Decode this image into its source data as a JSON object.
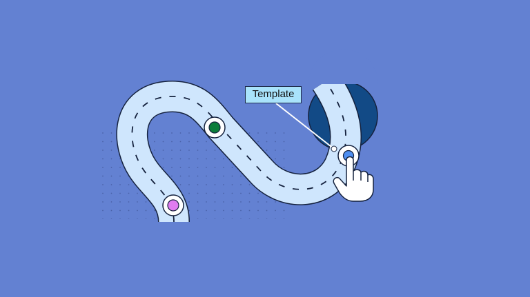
{
  "illustration": {
    "label": "Template",
    "colors": {
      "background": "#6381d2",
      "road": "#cfe6fd",
      "outline": "#14213d",
      "lens": "#124a86",
      "marker_start": "#e07cf0",
      "marker_mid": "#0b7d3a",
      "marker_end": "#4f8ff0",
      "label_bg": "#a9e3fb"
    },
    "markers": [
      {
        "name": "start",
        "color": "pink"
      },
      {
        "name": "milestone",
        "color": "green"
      },
      {
        "name": "destination",
        "color": "blue"
      }
    ],
    "icons": [
      "pointer-hand-icon",
      "magnifier-lens-icon"
    ]
  }
}
